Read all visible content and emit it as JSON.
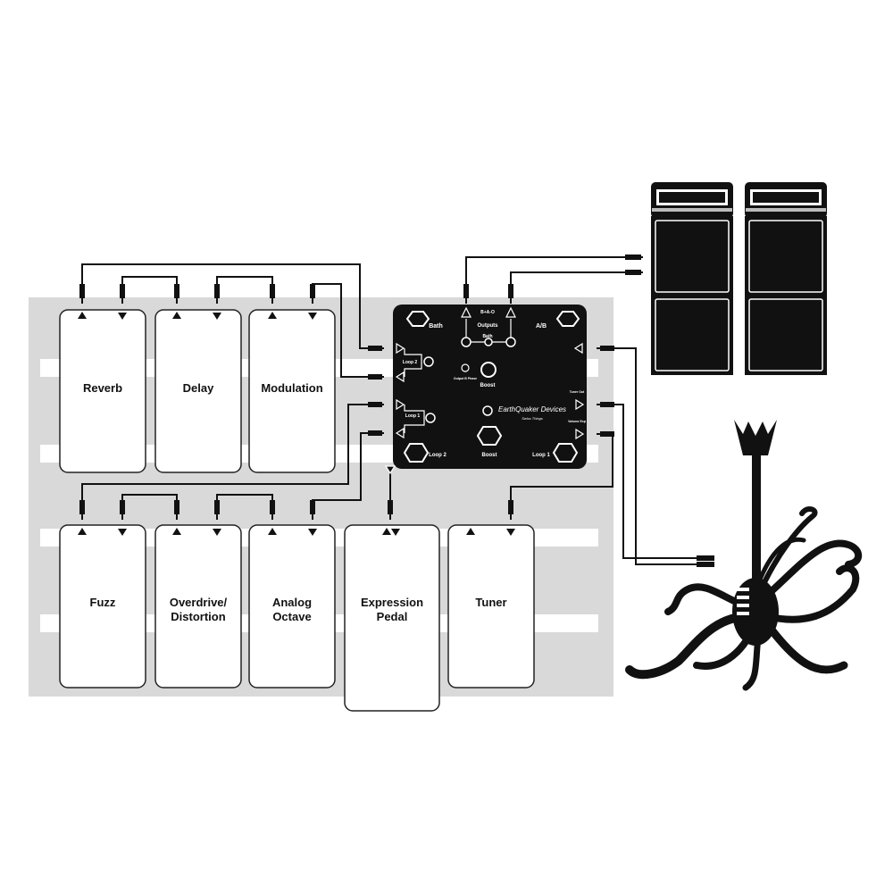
{
  "board": {
    "top_row": [
      "Reverb",
      "Delay",
      "Modulation"
    ],
    "bottom_row": [
      {
        "line1": "Fuzz",
        "line2": ""
      },
      {
        "line1": "Overdrive/",
        "line2": "Distortion"
      },
      {
        "line1": "Analog",
        "line2": "Octave"
      },
      {
        "line1": "Expression",
        "line2": "Pedal"
      },
      {
        "line1": "Tuner",
        "line2": ""
      }
    ]
  },
  "controller": {
    "bath_label": "Bath",
    "ab_label": "A/B",
    "outputs_label": "Outputs",
    "outputs_sub": "B+A-O",
    "bath_mini": "Bath",
    "loop2_send": "Loop 2",
    "loop1_send": "Loop 1",
    "boost_knob": "Boost",
    "boost_footswitch": "Boost",
    "loop2_footswitch": "Loop 2",
    "loop1_footswitch": "Loop 1",
    "output_phase": "Output B Phase",
    "tuner_label": "Tuner Out",
    "volume_label": "Volume Exp",
    "brand": "EarthQuaker Devices",
    "model": "Swiss Things"
  },
  "colors": {
    "board": "#d9d9d9",
    "controller": "#111111",
    "cable": "#111111"
  }
}
